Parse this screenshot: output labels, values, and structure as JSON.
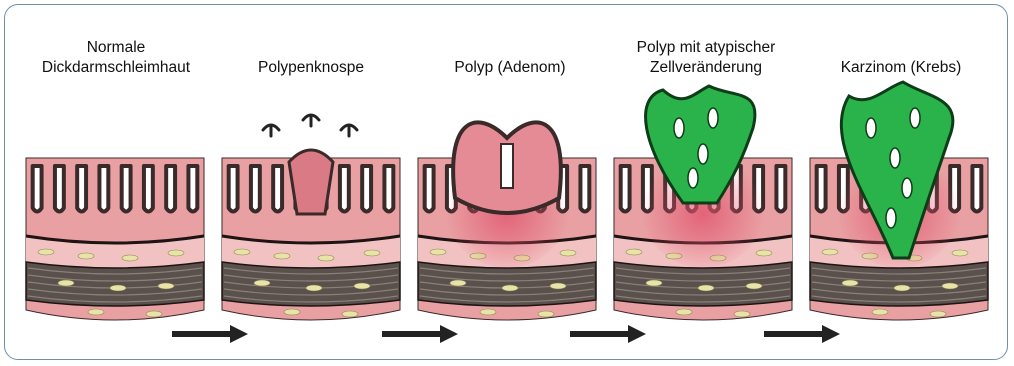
{
  "stages": [
    {
      "id": "normal",
      "label": "Normale\nDickdarmschleimhaut"
    },
    {
      "id": "bud",
      "label": "Polypenknospe"
    },
    {
      "id": "adenoma",
      "label": "Polyp (Adenom)"
    },
    {
      "id": "atypical",
      "label": "Polyp mit atypischer\nZellveränderung"
    },
    {
      "id": "carcinoma",
      "label": "Karzinom (Krebs)"
    }
  ],
  "colors": {
    "mucosa": "#e9a0a2",
    "submucosa": "#f2c2c2",
    "outline": "#3a2a2a",
    "muscle": "#5a504c",
    "fat": "#e8e4a8",
    "tumor": "#29b34a",
    "arrow": "#222222",
    "frame": "#6f8fa7"
  },
  "icons": {
    "arrow": "right-arrow-icon",
    "growth": "curved-growth-arrow-icon"
  }
}
